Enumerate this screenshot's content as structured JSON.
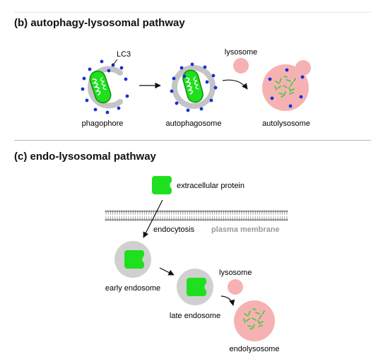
{
  "panel_b": {
    "title": "(b) autophagy-lysosomal pathway",
    "lc3_label": "LC3",
    "lysosome_label": "lysosome",
    "phagophore_label": "phagophore",
    "autophagosome_label": "autophagosome",
    "autolysosome_label": "autolysosome"
  },
  "panel_c": {
    "title": "(c) endo-lysosomal pathway",
    "extracellular_protein_label": "extracellular protein",
    "endocytosis_label": "endocytosis",
    "plasma_membrane_label": "plasma membrane",
    "early_endosome_label": "early endosome",
    "lysosome_label": "lysosome",
    "late_endosome_label": "late endosome",
    "endolysosome_label": "endolysosome"
  },
  "colors": {
    "membrane_gray": "#c4c4c4",
    "lc3_blue": "#1a2fd6",
    "protein_green": "#1ee01e",
    "lysosome_pink": "#f6b2b2",
    "fragment_green": "#3bcc3b",
    "membrane_text_gray": "#9a9a9a"
  }
}
